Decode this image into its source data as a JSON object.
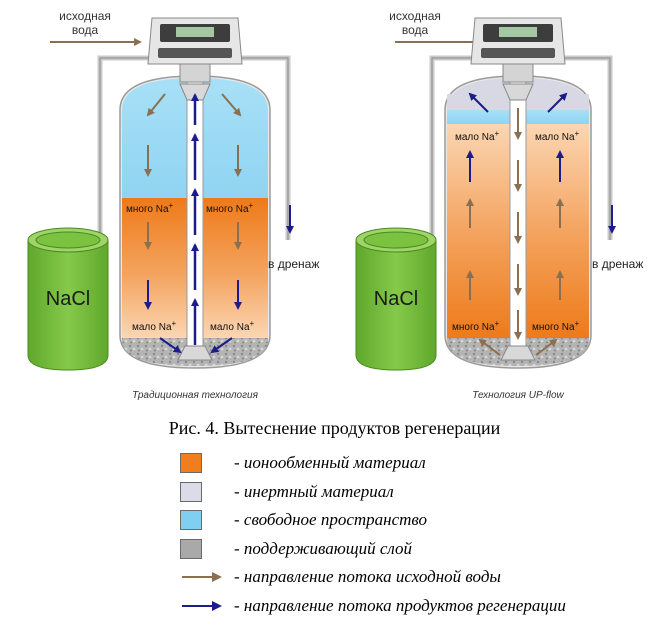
{
  "left_diagram": {
    "inlet_label_line1": "исходная",
    "inlet_label_line2": "вода",
    "drain_label": "в дренаж",
    "brine_tank_label": "NaCl",
    "upper_zone_label_left": "много Na",
    "upper_zone_label_right": "много Na",
    "lower_zone_label_left": "мало Na",
    "lower_zone_label_right": "мало Na",
    "superscript": "+",
    "title": "Традиционная технология"
  },
  "right_diagram": {
    "inlet_label_line1": "исходная",
    "inlet_label_line2": "вода",
    "drain_label": "в дренаж",
    "brine_tank_label": "NaCl",
    "upper_zone_label_left": "мало Na",
    "upper_zone_label_right": "мало Na",
    "lower_zone_label_left": "много Na",
    "lower_zone_label_right": "много Na",
    "superscript": "+",
    "title": "Технология UP-flow"
  },
  "figure_caption": "Рис. 4. Вытеснение продуктов регенерации",
  "legend": [
    {
      "kind": "swatch",
      "color": "#f07d1e",
      "label": "- ионообменный материал"
    },
    {
      "kind": "swatch",
      "color": "#dcdce8",
      "label": "- инертный материал"
    },
    {
      "kind": "swatch",
      "color": "#7fd0f0",
      "label": "- свободное пространство"
    },
    {
      "kind": "swatch",
      "color": "#a9a9a9",
      "label": "- поддерживающий слой"
    },
    {
      "kind": "arrow",
      "color": "#8a7050",
      "label": "- направление потока исходной воды"
    },
    {
      "kind": "arrow",
      "color": "#1c1c8c",
      "label": "- направление потока продуктов регенерации"
    }
  ],
  "colors": {
    "resin": "#f07d1e",
    "inert": "#dcdce8",
    "freeboard": "#7fd0f0",
    "support": "#a9a9a9",
    "brine_tank": "#7cc241",
    "raw_water_arrow": "#8a7050",
    "regen_arrow": "#1c1c8c"
  }
}
